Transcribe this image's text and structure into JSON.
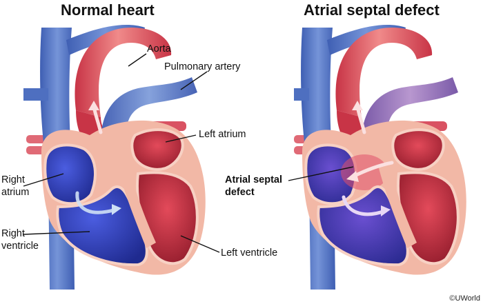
{
  "titles": {
    "left": "Normal heart",
    "right": "Atrial septal defect"
  },
  "labels": {
    "aorta": "Aorta",
    "pulmonary_artery": "Pulmonary artery",
    "left_atrium": "Left atrium",
    "right_atrium_line1": "Right",
    "right_atrium_line2": "atrium",
    "right_ventricle_line1": "Right",
    "right_ventricle_line2": "ventricle",
    "left_ventricle": "Left ventricle",
    "asd_line1": "Atrial septal",
    "asd_line2": "defect"
  },
  "copyright": "©UWorld",
  "colors": {
    "deoxygenated": "#3a4fc8",
    "oxygenated": "#d63a4a",
    "vessel_blue": "#5d7fc9",
    "vessel_red": "#e35a66",
    "myocardium": "#f2b8a6",
    "mixed": "#a77bb5"
  }
}
